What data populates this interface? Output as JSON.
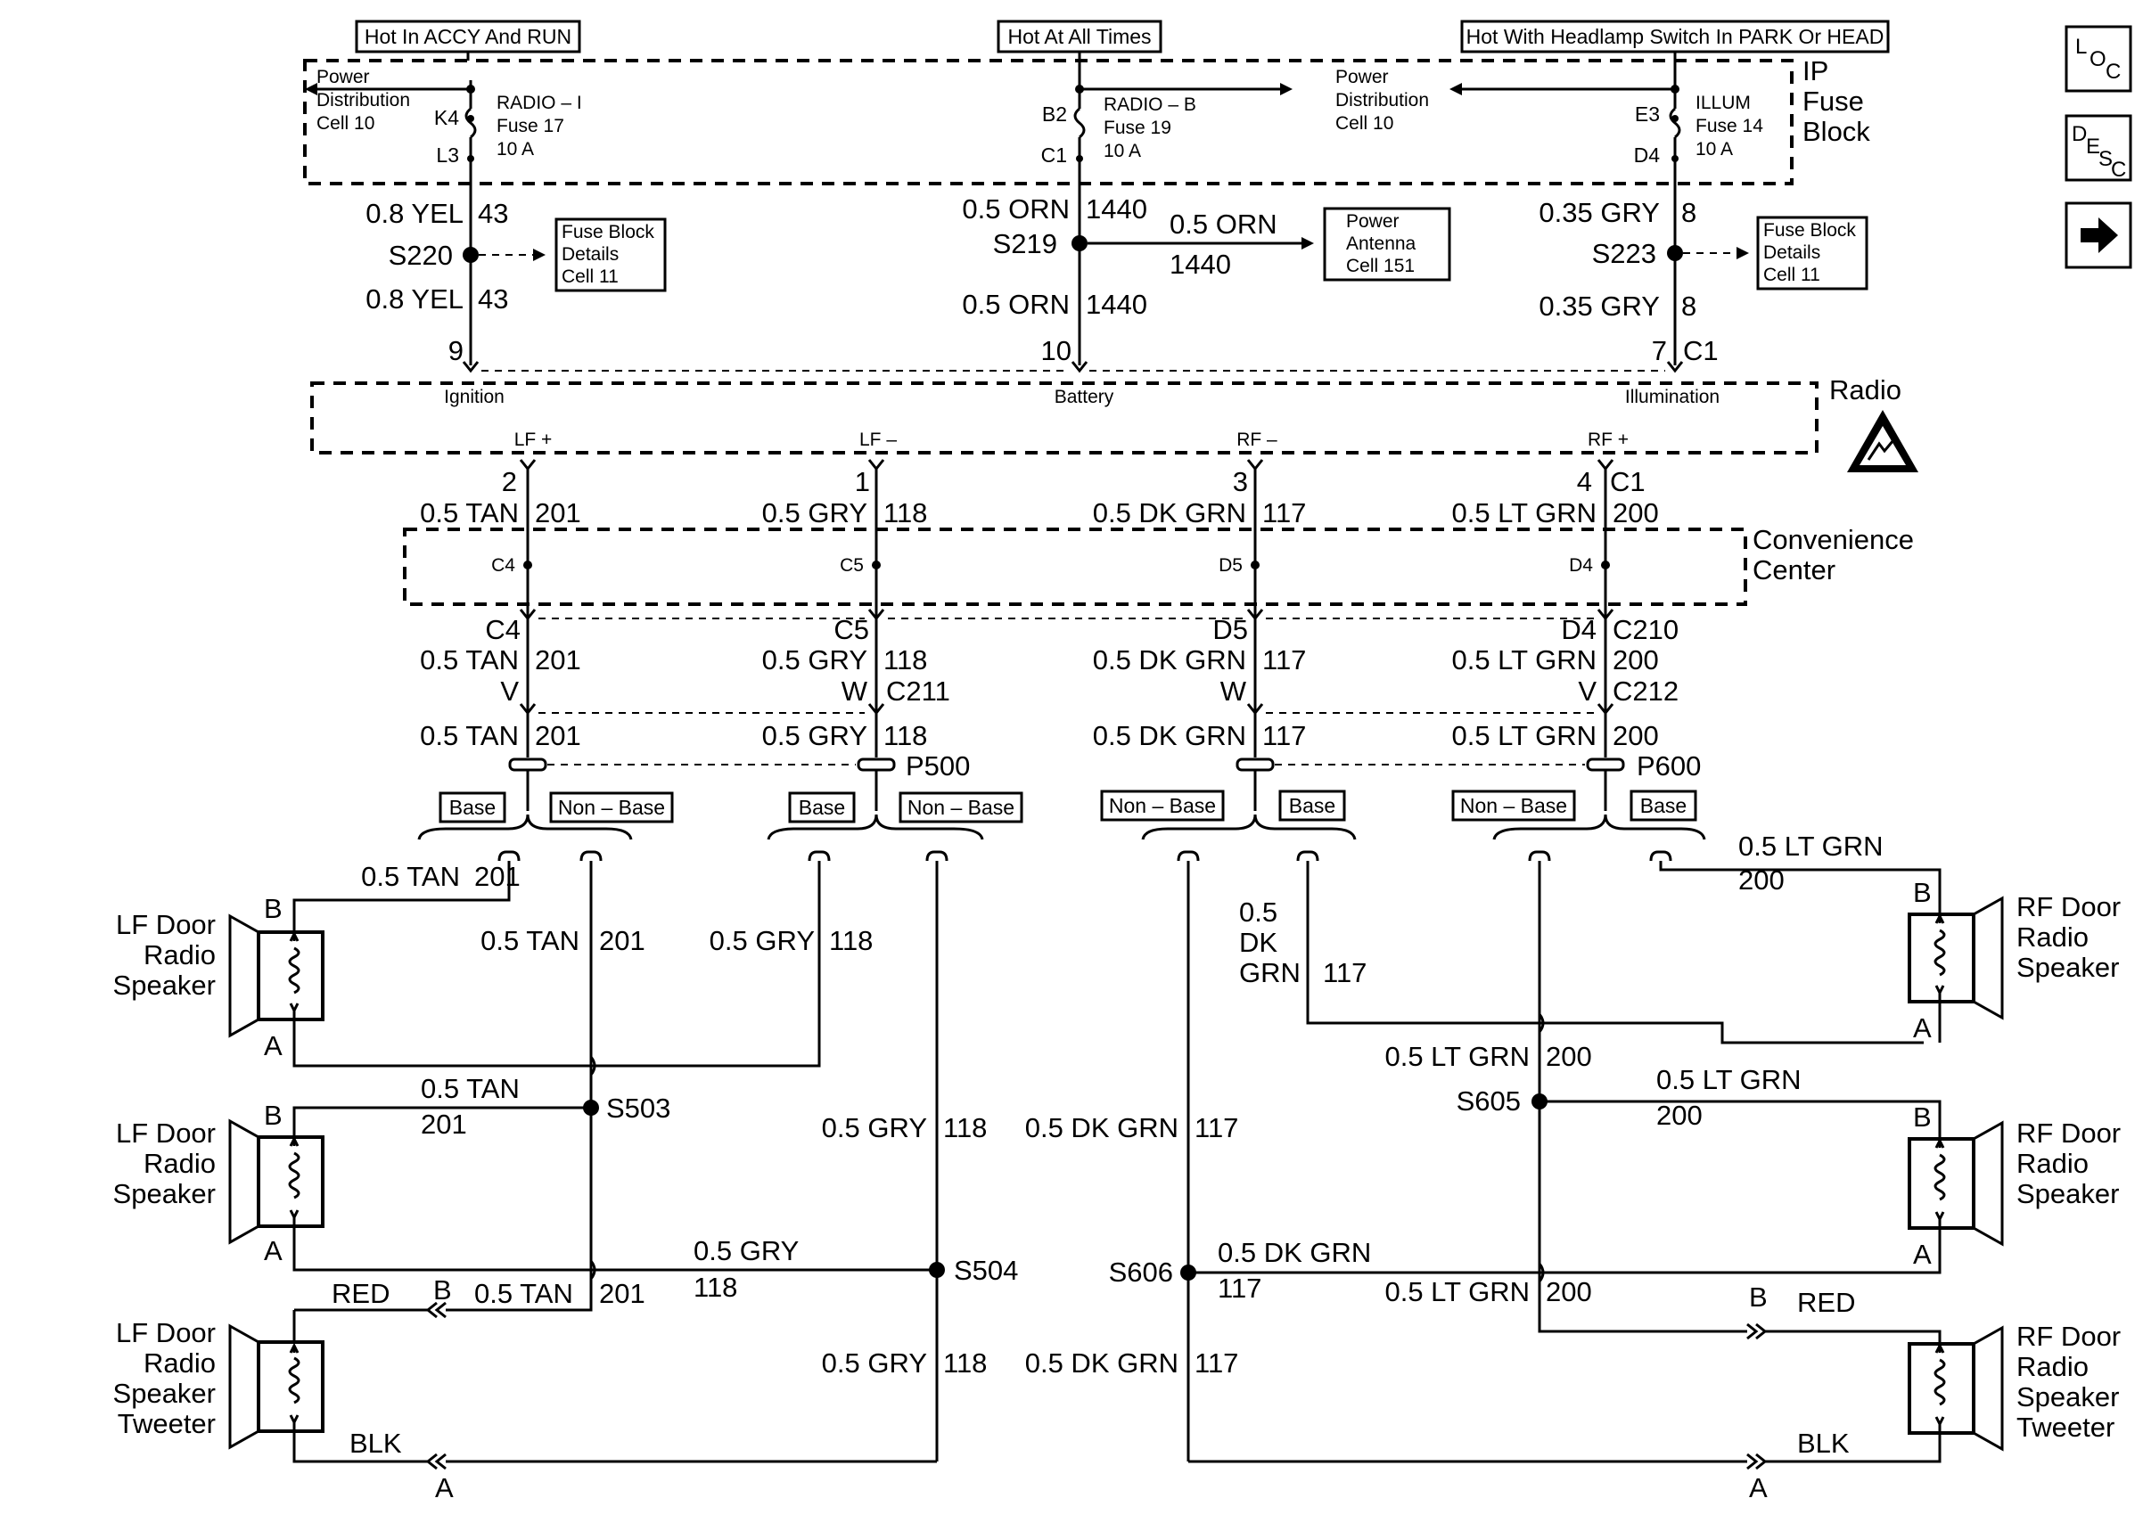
{
  "power_sources": {
    "ignition": "Hot In ACCY And RUN",
    "battery": "Hot At All Times",
    "illumination": "Hot With Headlamp Switch In PARK Or HEAD"
  },
  "fuse_block": {
    "title": "IP\nFuse\nBlock",
    "power_dist_left": "Power\nDistribution\nCell 10",
    "power_dist_right": "Power\nDistribution\nCell 10",
    "fuses": [
      {
        "name": "RADIO – I",
        "number": "Fuse 17",
        "rating": "10 A",
        "top_pin": "K4",
        "bottom_pin": "L3"
      },
      {
        "name": "RADIO – B",
        "number": "Fuse 19",
        "rating": "10 A",
        "top_pin": "B2",
        "bottom_pin": "C1"
      },
      {
        "name": "ILLUM",
        "number": "Fuse 14",
        "rating": "10 A",
        "top_pin": "E3",
        "bottom_pin": "D4"
      }
    ]
  },
  "feed_wires": {
    "ign": {
      "wire": "0.8 YEL",
      "circuit": "43",
      "splice": "S220",
      "ref": "Fuse Block\nDetails\nCell 11",
      "pin": "9"
    },
    "bat": {
      "wire": "0.5 ORN",
      "circuit": "1440",
      "splice": "S219",
      "ref": "Power\nAntenna\nCell 151",
      "pin": "10"
    },
    "ill": {
      "wire": "0.35 GRY",
      "circuit": "8",
      "splice": "S223",
      "ref": "Fuse Block\nDetails\nCell 11",
      "pin": "7",
      "connector": "C1"
    }
  },
  "radio": {
    "title": "Radio",
    "inputs": [
      "Ignition",
      "Battery",
      "Illumination"
    ],
    "outputs": [
      "LF +",
      "LF –",
      "RF –",
      "RF +"
    ],
    "output_pins": [
      "2",
      "1",
      "3",
      "4"
    ],
    "output_connector": "C1"
  },
  "channels": [
    {
      "wire": "0.5 TAN",
      "circuit": "201",
      "cc_pin": "C4",
      "c211_pin": "V"
    },
    {
      "wire": "0.5 GRY",
      "circuit": "118",
      "cc_pin": "C5",
      "c211_pin": "W"
    },
    {
      "wire": "0.5 DK GRN",
      "circuit": "117",
      "cc_pin": "D5",
      "c211_pin": "W"
    },
    {
      "wire": "0.5 LT GRN",
      "circuit": "200",
      "cc_pin": "D4",
      "c211_pin": "V"
    }
  ],
  "convenience_center": {
    "title": "Convenience\nCenter",
    "connector": "C210"
  },
  "connectors": {
    "left": "C211",
    "right": "C212",
    "p_left": "P500",
    "p_right": "P600"
  },
  "options": {
    "base": "Base",
    "non_base": "Non – Base"
  },
  "splices": [
    "S503",
    "S504",
    "S605",
    "S606"
  ],
  "speakers": {
    "lf_1": "LF Door\nRadio\nSpeaker",
    "lf_2": "LF Door\nRadio\nSpeaker",
    "lf_tweeter": "LF Door\nRadio\nSpeaker\nTweeter",
    "rf_1": "RF Door\nRadio\nSpeaker",
    "rf_2": "RF Door\nRadio\nSpeaker",
    "rf_tweeter": "RF Door\nRadio\nSpeaker\nTweeter"
  },
  "terminals": {
    "a": "A",
    "b": "B"
  },
  "tweeter_wires": {
    "pos": "RED",
    "neg": "BLK"
  },
  "dk_grn_split": "0.5\nDK\nGRN",
  "nav_icons": [
    "loc-icon",
    "desc-icon",
    "next-arrow-icon"
  ]
}
